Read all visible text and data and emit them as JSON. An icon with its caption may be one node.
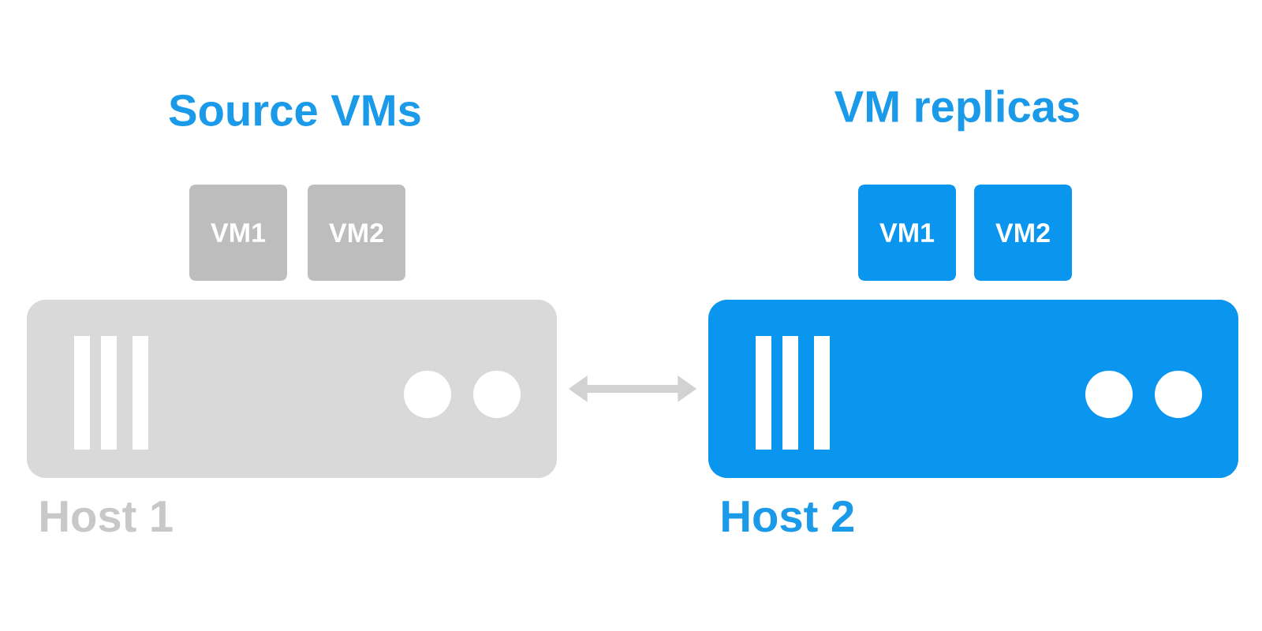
{
  "diagram": {
    "nodes": [
      {
        "text": [
          "VM1"
        ]
      },
      {
        "text": [
          "VM2"
        ]
      },
      {
        "text": [
          "VM1"
        ]
      },
      {
        "text": [
          "VM2"
        ]
      },
      {
        "text": [
          "Host 1"
        ]
      },
      {
        "text": [
          "Host 2"
        ]
      }
    ],
    "edges": [
      {
        "from": 4,
        "to": 5,
        "arrow": "both"
      }
    ],
    "labels": [
      "Source VMs",
      "VM replicas"
    ]
  }
}
